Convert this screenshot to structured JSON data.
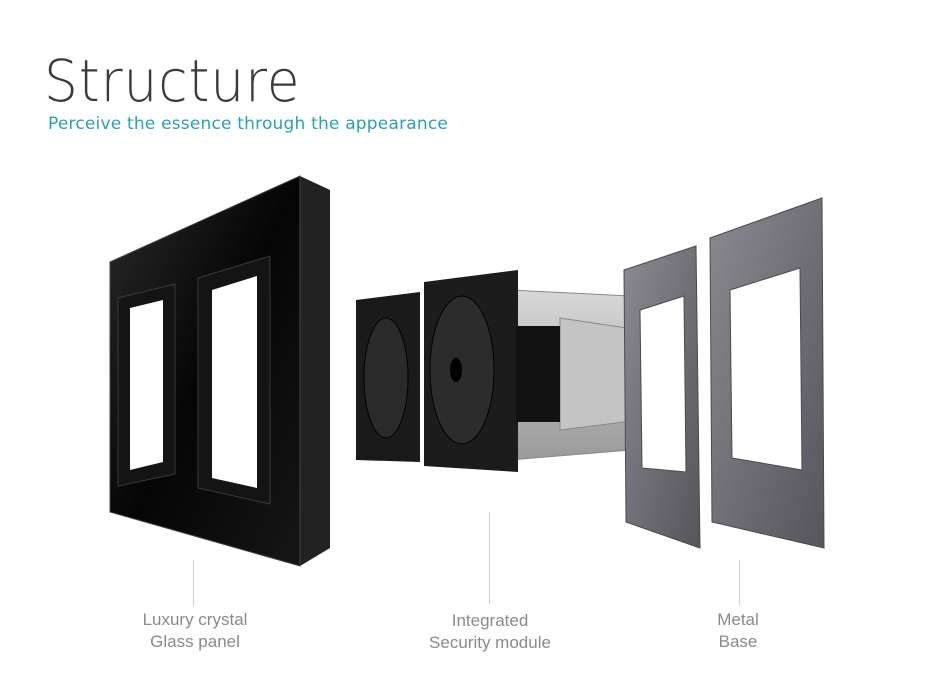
{
  "header": {
    "title": "Structure",
    "subtitle": "Perceive the essence  through the appearance"
  },
  "labels": {
    "glass": {
      "line1": "Luxury crystal",
      "line2": "Glass panel"
    },
    "module": {
      "line1": "Integrated",
      "line2": "Security module"
    },
    "base": {
      "line1": "Metal",
      "line2": "Base"
    }
  },
  "colors": {
    "title": "#3a3a3a",
    "subtitle": "#2aa0b8",
    "label": "#8a8a8a",
    "glass": "#0b0b0b",
    "socket": "#1a1a1a",
    "metal": "#6e6e74"
  }
}
